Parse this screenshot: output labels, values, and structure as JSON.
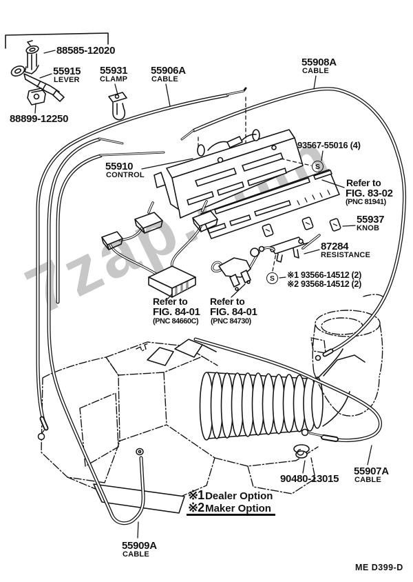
{
  "diagram": {
    "watermark": "7zap.com",
    "doc_code": "ME D399-D",
    "screw_symbol": "S",
    "parts": {
      "clip": {
        "part_no": "88585-12020"
      },
      "lever": {
        "part_no": "55915",
        "name": "LEVER"
      },
      "screw_88899": {
        "part_no": "88899-12250"
      },
      "clamp": {
        "part_no": "55931",
        "name": "CLAMP"
      },
      "cable_55906": {
        "part_no": "55906A",
        "name": "CABLE"
      },
      "cable_55908": {
        "part_no": "55908A",
        "name": "CABLE"
      },
      "control": {
        "part_no": "55910",
        "name": "CONTROL"
      },
      "screw_93567": {
        "part_no": "93567-55016 (4)"
      },
      "fig8302": {
        "line1": "Refer to",
        "line2": "FIG. 83-02",
        "line3": "(PNC 81941)"
      },
      "knob": {
        "part_no": "55937",
        "name": "KNOB"
      },
      "resistance": {
        "part_no": "87284",
        "name": "RESISTANCE"
      },
      "screw_dual": {
        "line1": "※1 93566-14512 (2)",
        "line2": "※2 93568-14512 (2)"
      },
      "fig8401a": {
        "line1": "Refer to",
        "line2": "FIG. 84-01",
        "line3": "(PNC 84660C)"
      },
      "fig8401b": {
        "line1": "Refer to",
        "line2": "FIG. 84-01",
        "line3": "(PNC 84730)"
      },
      "grommet": {
        "part_no": "90480-13015"
      },
      "cable_55907": {
        "part_no": "55907A",
        "name": "CABLE"
      },
      "cable_55909": {
        "part_no": "55909A",
        "name": "CABLE"
      }
    },
    "legend": {
      "row1": {
        "symbol": "※1",
        "text": "Dealer Option"
      },
      "row2": {
        "symbol": "※2",
        "text": "Maker Option"
      }
    }
  }
}
